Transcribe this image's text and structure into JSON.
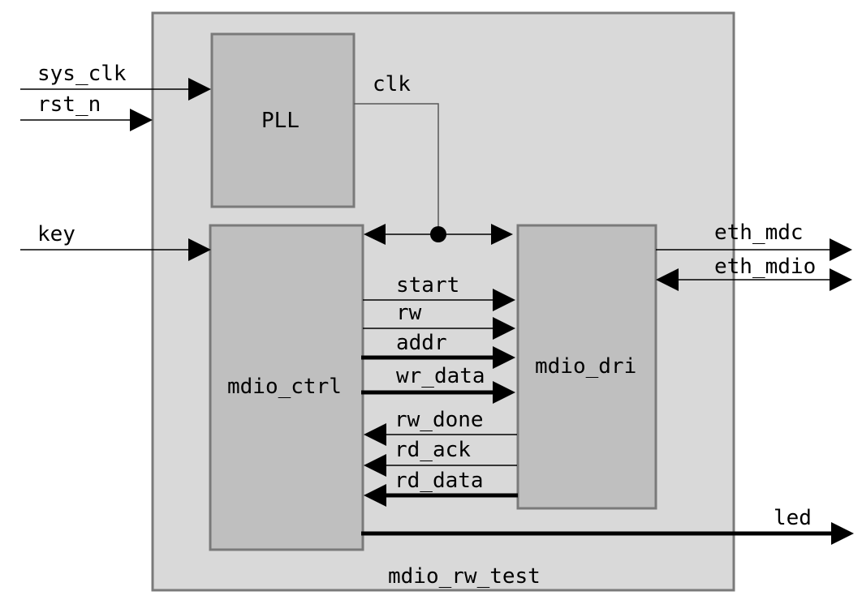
{
  "top_module": {
    "label": "mdio_rw_test"
  },
  "blocks": {
    "pll": {
      "label": "PLL"
    },
    "mdio_ctrl": {
      "label": "mdio_ctrl"
    },
    "mdio_dri": {
      "label": "mdio_dri"
    }
  },
  "signals": {
    "sys_clk": "sys_clk",
    "rst_n": "rst_n",
    "key": "key",
    "clk": "clk",
    "eth_mdc": "eth_mdc",
    "eth_mdio": "eth_mdio",
    "start": "start",
    "rw": "rw",
    "addr": "addr",
    "wr_data": "wr_data",
    "rw_done": "rw_done",
    "rd_ack": "rd_ack",
    "rd_data": "rd_data",
    "led": "led"
  }
}
